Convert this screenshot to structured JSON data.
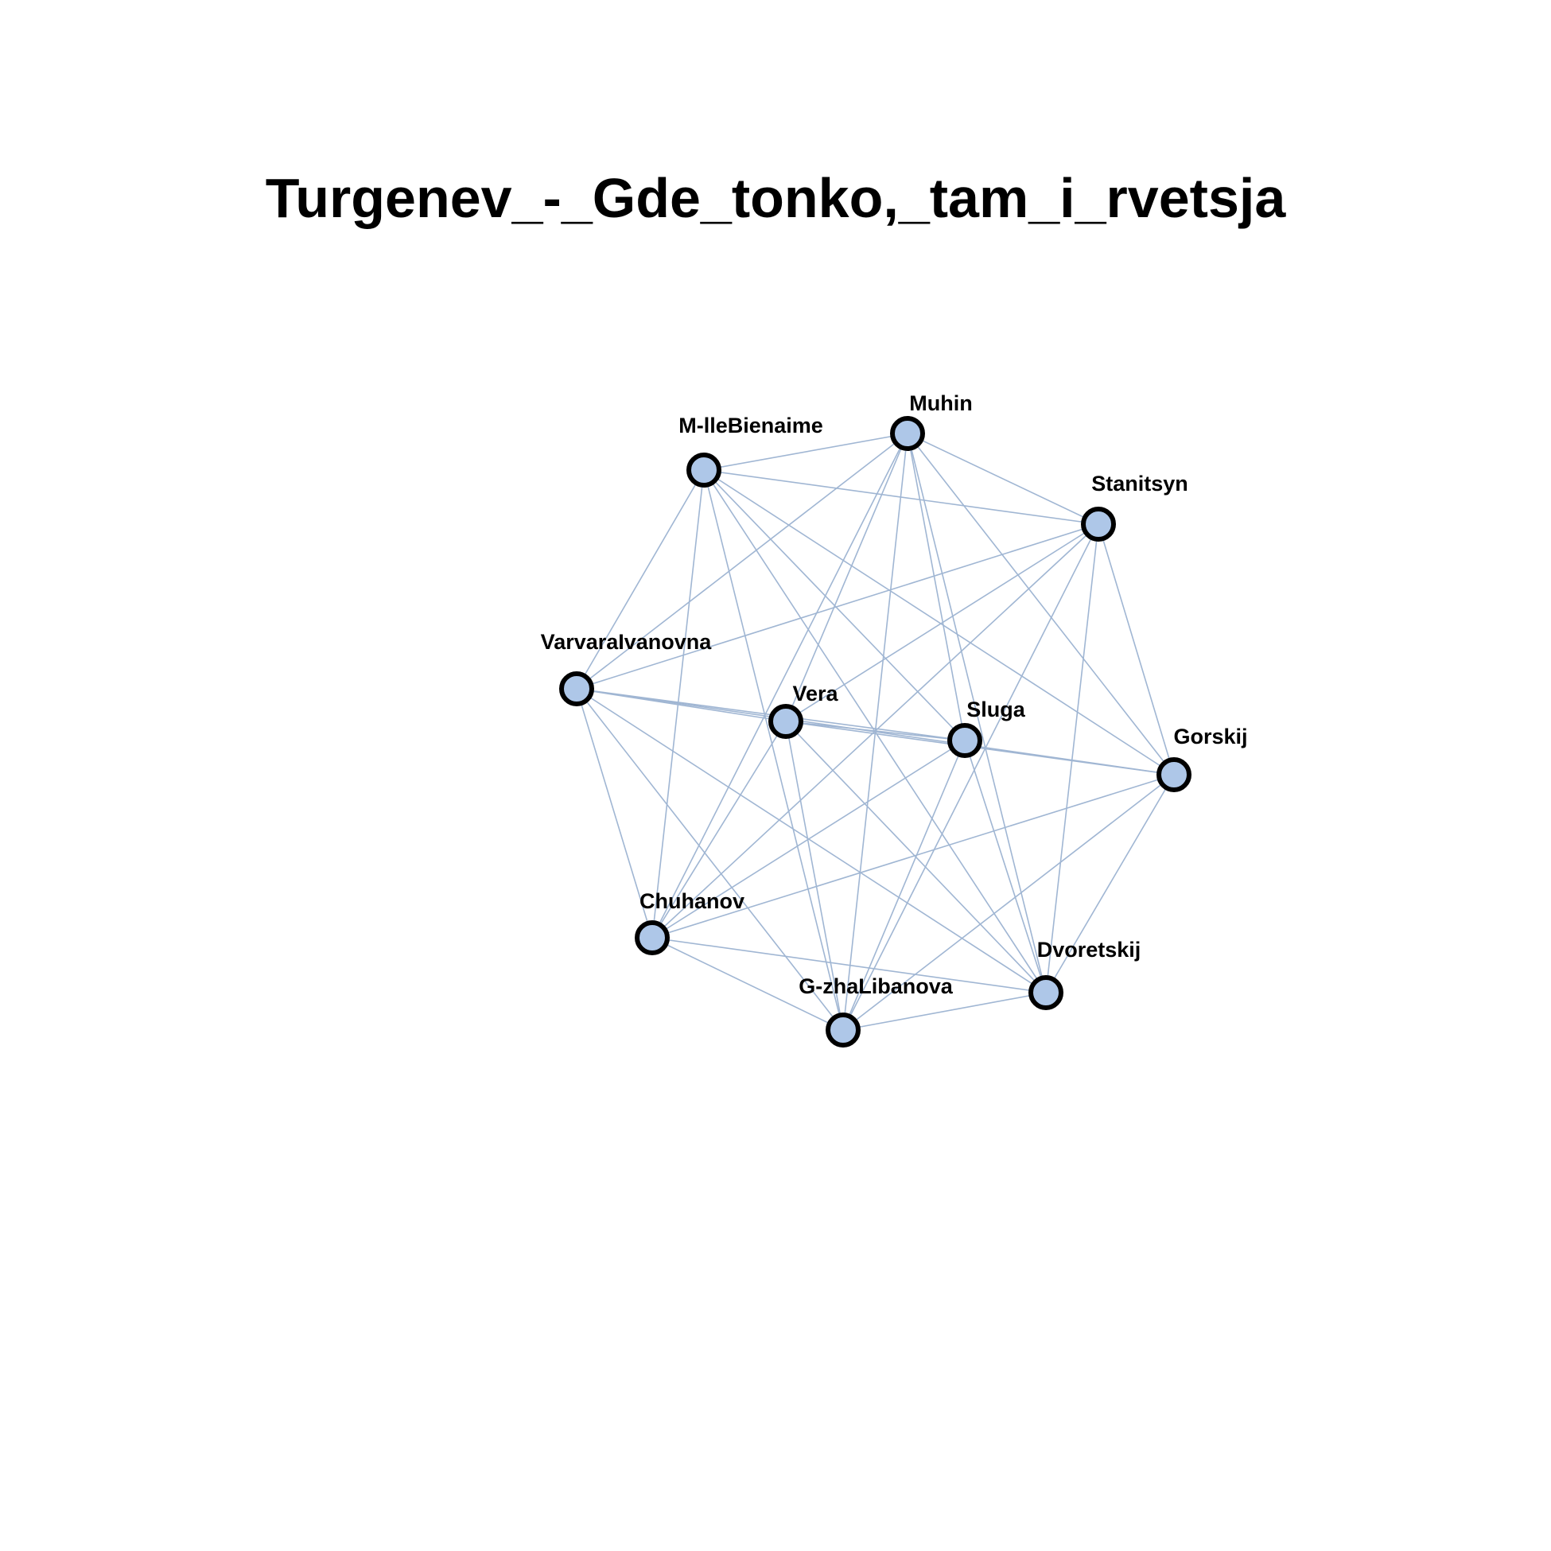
{
  "title": "Turgenev_-_Gde_tonko,_tam_i_rvetsja",
  "colors": {
    "node_fill": "#aec7e8",
    "node_stroke": "#000000",
    "edge": "#a0b6d3"
  },
  "nodes": [
    {
      "id": "Muhin",
      "label": "Muhin"
    },
    {
      "id": "M-lleBienaime",
      "label": "M-lleBienaime"
    },
    {
      "id": "Stanitsyn",
      "label": "Stanitsyn"
    },
    {
      "id": "VarvaraIvanovna",
      "label": "VarvaraIvanovna"
    },
    {
      "id": "Vera",
      "label": "Vera"
    },
    {
      "id": "Sluga",
      "label": "Sluga"
    },
    {
      "id": "Gorskij",
      "label": "Gorskij"
    },
    {
      "id": "Chuhanov",
      "label": "Chuhanov"
    },
    {
      "id": "Dvoretskij",
      "label": "Dvoretskij"
    },
    {
      "id": "G-zhaLibanova",
      "label": "G-zhaLibanova"
    }
  ],
  "edges": [
    [
      "M-lleBienaime",
      "Muhin"
    ],
    [
      "M-lleBienaime",
      "Stanitsyn"
    ],
    [
      "M-lleBienaime",
      "VarvaraIvanovna"
    ],
    [
      "M-lleBienaime",
      "Sluga"
    ],
    [
      "M-lleBienaime",
      "Gorskij"
    ],
    [
      "M-lleBienaime",
      "Chuhanov"
    ],
    [
      "M-lleBienaime",
      "Dvoretskij"
    ],
    [
      "M-lleBienaime",
      "G-zhaLibanova"
    ],
    [
      "Muhin",
      "Stanitsyn"
    ],
    [
      "Muhin",
      "VarvaraIvanovna"
    ],
    [
      "Muhin",
      "Vera"
    ],
    [
      "Muhin",
      "Sluga"
    ],
    [
      "Muhin",
      "Gorskij"
    ],
    [
      "Muhin",
      "Chuhanov"
    ],
    [
      "Muhin",
      "Dvoretskij"
    ],
    [
      "Muhin",
      "G-zhaLibanova"
    ],
    [
      "Stanitsyn",
      "VarvaraIvanovna"
    ],
    [
      "Stanitsyn",
      "Vera"
    ],
    [
      "Stanitsyn",
      "Gorskij"
    ],
    [
      "Stanitsyn",
      "Chuhanov"
    ],
    [
      "Stanitsyn",
      "Dvoretskij"
    ],
    [
      "Stanitsyn",
      "G-zhaLibanova"
    ],
    [
      "VarvaraIvanovna",
      "Vera"
    ],
    [
      "VarvaraIvanovna",
      "Sluga"
    ],
    [
      "VarvaraIvanovna",
      "Gorskij"
    ],
    [
      "VarvaraIvanovna",
      "Chuhanov"
    ],
    [
      "VarvaraIvanovna",
      "Dvoretskij"
    ],
    [
      "VarvaraIvanovna",
      "G-zhaLibanova"
    ],
    [
      "Vera",
      "Sluga"
    ],
    [
      "Vera",
      "Gorskij"
    ],
    [
      "Vera",
      "Chuhanov"
    ],
    [
      "Vera",
      "Dvoretskij"
    ],
    [
      "Vera",
      "G-zhaLibanova"
    ],
    [
      "Sluga",
      "Chuhanov"
    ],
    [
      "Sluga",
      "Dvoretskij"
    ],
    [
      "Sluga",
      "G-zhaLibanova"
    ],
    [
      "Gorskij",
      "Chuhanov"
    ],
    [
      "Gorskij",
      "Dvoretskij"
    ],
    [
      "Gorskij",
      "G-zhaLibanova"
    ],
    [
      "Chuhanov",
      "Dvoretskij"
    ],
    [
      "Chuhanov",
      "G-zhaLibanova"
    ],
    [
      "Dvoretskij",
      "G-zhaLibanova"
    ]
  ]
}
